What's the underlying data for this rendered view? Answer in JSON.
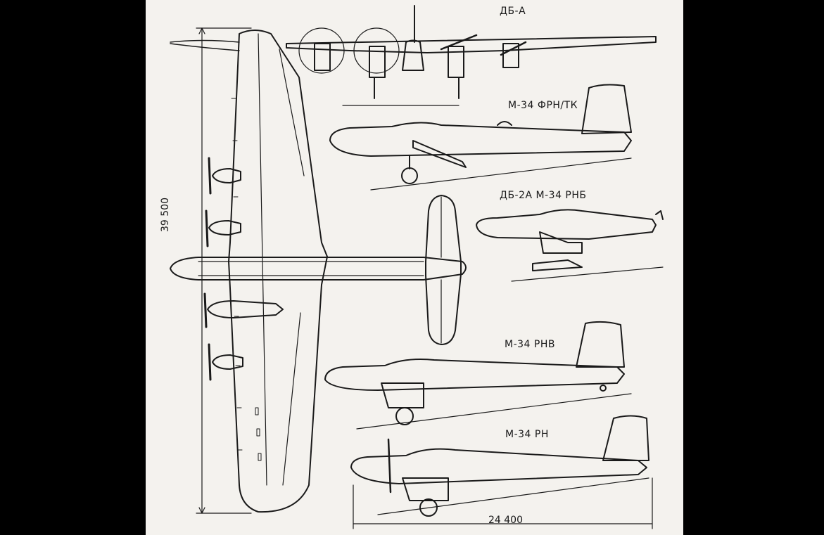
{
  "views": {
    "front_label": "ДБ-А",
    "side1_label": "М-34 ФРН/ТК",
    "side2_label": "ДБ-2А М-34 РНБ",
    "side3_label": "М-34 РНВ",
    "side4_label": "М-34 РН"
  },
  "dimensions": {
    "wingspan": "39 500",
    "length": "24 400"
  }
}
